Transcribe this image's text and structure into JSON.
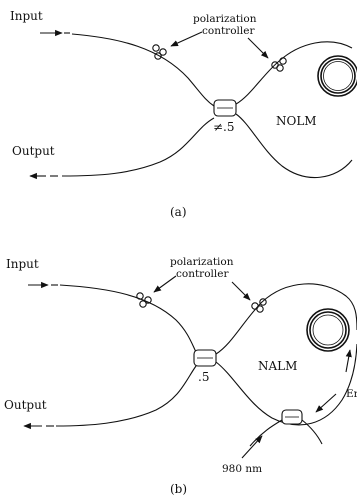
{
  "panel_a": {
    "input_label": "Input",
    "output_label": "Output",
    "pc_label_line1": "polarization",
    "pc_label_line2": "controller",
    "coupler_label": "≠.5",
    "loop_label": "NOLM",
    "caption": "(a)"
  },
  "panel_b": {
    "input_label": "Input",
    "output_label": "Output",
    "pc_label_line1": "polarization",
    "pc_label_line2": "controller",
    "coupler_label": ".5",
    "loop_label": "NALM",
    "pump_label": "980 nm",
    "edge_label": "Er",
    "caption": "(b)"
  }
}
